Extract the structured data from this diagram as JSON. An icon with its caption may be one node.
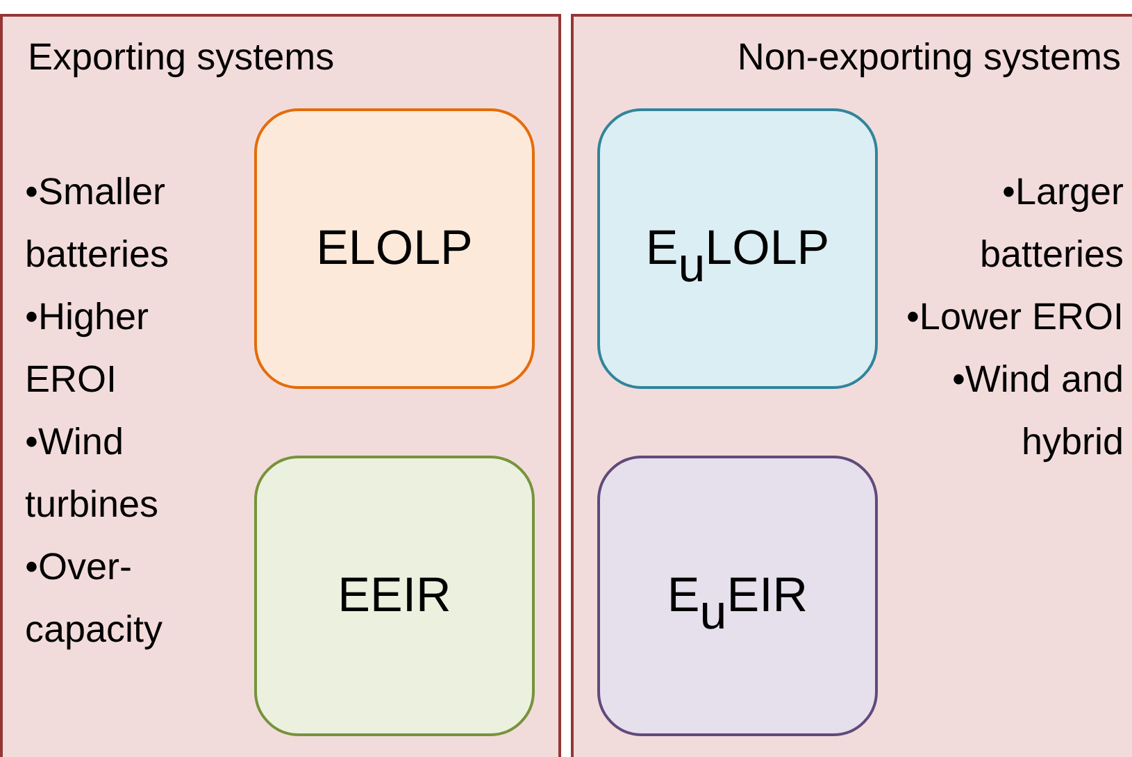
{
  "diagram": {
    "nodes": [
      {
        "text": [
          "Exporting systems",
          "•Smaller batteries",
          "•Higher EROI",
          "•Wind turbines",
          "•Over-capacity"
        ]
      },
      {
        "text": [
          "ELOLP"
        ],
        "in": 0
      },
      {
        "text": [
          "EEIR"
        ],
        "in": 0
      },
      {
        "text": [
          "Non-exporting systems",
          "•Larger batteries",
          "•Lower EROI",
          "•Wind and hybrid"
        ]
      },
      {
        "text": [
          "E$_{u}$LOLP"
        ],
        "in": 3
      },
      {
        "text": [
          "E$_{u}$EIR"
        ],
        "in": 3
      }
    ]
  }
}
